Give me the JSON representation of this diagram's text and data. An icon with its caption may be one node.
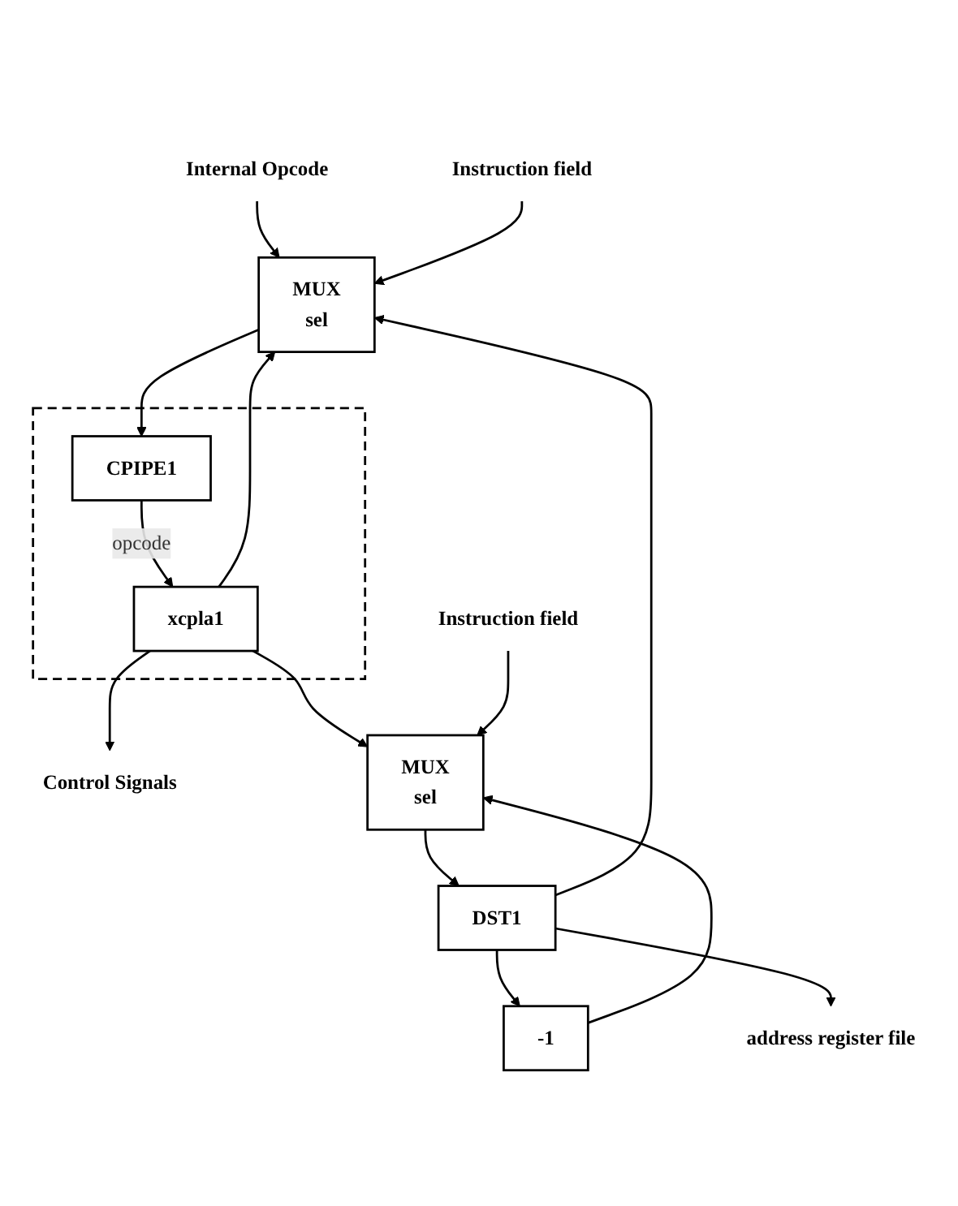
{
  "diagram": {
    "nodes": [
      {
        "text": [
          "Internal Opcode"
        ]
      },
      {
        "text": [
          "Instruction field"
        ]
      },
      {
        "text": [
          "MUX",
          "sel"
        ]
      },
      {
        "text": [],
        "shape": "box"
      },
      {
        "text": [
          "CPIPE1"
        ],
        "in": 3
      },
      {
        "text": [
          "xcpla1"
        ],
        "in": 3
      },
      {
        "text": [
          "Control Signals"
        ]
      },
      {
        "text": [
          "-1"
        ]
      },
      {
        "text": [
          "Instruction field"
        ]
      },
      {
        "text": [
          "MUX",
          "sel"
        ]
      },
      {
        "text": [
          "DST1"
        ]
      },
      {
        "text": [
          "address register file"
        ]
      }
    ],
    "edges": [
      {
        "from": 0,
        "to": 2,
        "arrow": "to"
      },
      {
        "from": 1,
        "to": 2,
        "arrow": "to"
      },
      {
        "from": 2,
        "to": 4,
        "arrow": "to"
      },
      {
        "from": 4,
        "to": 5,
        "label": "opcode",
        "arrow": "to"
      },
      {
        "from": 5,
        "to": 6,
        "arrow": "to"
      },
      {
        "from": 5,
        "to": 2,
        "arrow": "to"
      },
      {
        "from": 5,
        "to": 9,
        "arrow": "to"
      },
      {
        "from": 10,
        "to": 7,
        "arrow": "to"
      },
      {
        "from": 7,
        "to": 9,
        "arrow": "to"
      },
      {
        "from": 8,
        "to": 9,
        "arrow": "to"
      },
      {
        "from": 9,
        "to": 10,
        "arrow": "to"
      },
      {
        "from": 10,
        "to": 11,
        "arrow": "to"
      },
      {
        "from": 10,
        "to": 2,
        "arrow": "to"
      }
    ]
  }
}
